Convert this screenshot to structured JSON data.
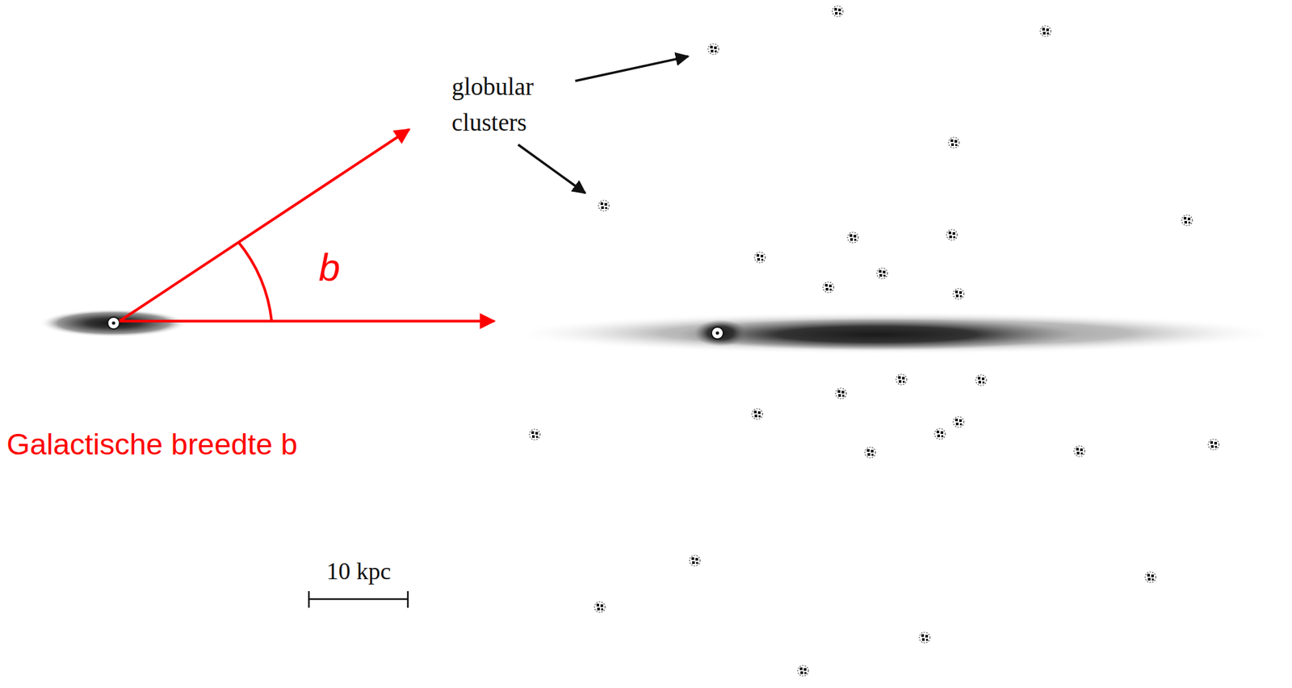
{
  "diagram": {
    "labels": [
      "globular clusters",
      "b",
      "Galactische breedte b",
      "10 kpc"
    ]
  }
}
